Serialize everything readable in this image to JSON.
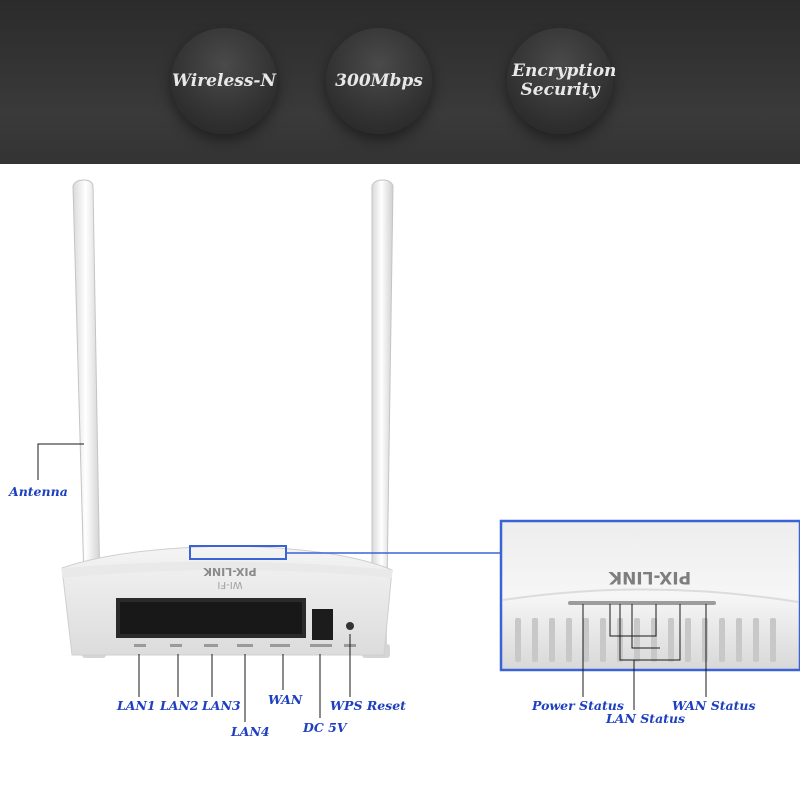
{
  "features": [
    {
      "id": "wireless",
      "label": "Wireless-N"
    },
    {
      "id": "speed",
      "label": "300Mbps"
    },
    {
      "id": "security",
      "label": "Encryption Security"
    }
  ],
  "device": {
    "brand": "PIX-LINK",
    "wifi_mark": "WI-FI"
  },
  "callouts": {
    "antenna": "Antenna",
    "lan1": "LAN1",
    "lan2": "LAN2",
    "lan3": "LAN3",
    "lan4": "LAN4",
    "wan": "WAN",
    "dc": "DC 5V",
    "wps_reset": "WPS Reset",
    "power_status": "Power Status",
    "lan_status": "LAN Status",
    "wan_status": "WAN Status"
  },
  "colors": {
    "callout_text": "#1e3fbf",
    "leader_line": "#1a1a1a",
    "highlight": "#3a63d6",
    "header_bg": "#2f2f2f"
  }
}
